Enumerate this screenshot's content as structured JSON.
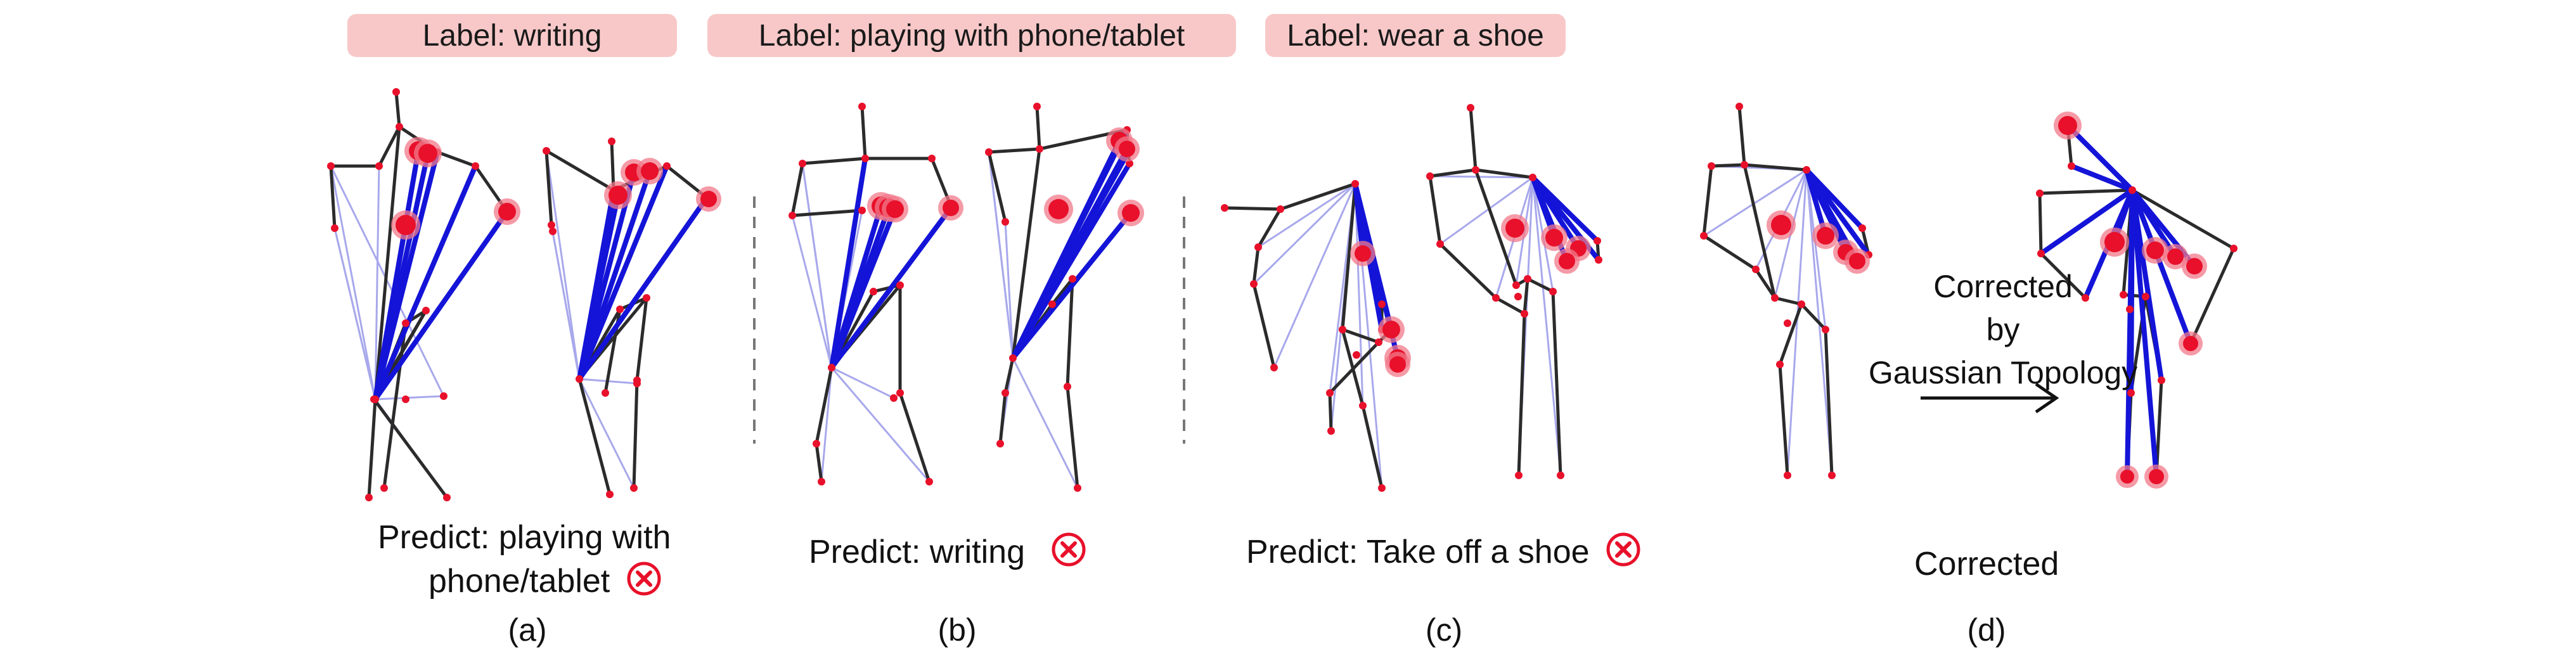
{
  "labels": {
    "a": "Label: writing",
    "b": "Label: playing with phone/tablet",
    "c": "Label: wear a shoe"
  },
  "predictions": {
    "a_line1": "Predict: playing with",
    "a_line2": "phone/tablet",
    "b": "Predict: writing",
    "c": "Predict: Take off a shoe",
    "d": "Corrected"
  },
  "correction_note": {
    "line1": "Corrected",
    "line2": "by",
    "line3": "Gaussian Topology"
  },
  "panel_tags": [
    "(a)",
    "(b)",
    "(c)",
    "(d)"
  ],
  "colors": {
    "label_bg": "#f8c8c8",
    "bone": "#2b2b2b",
    "strong_edge": "#1414d8",
    "faint_edge": "#a8a8ec",
    "joint": "#e8102a",
    "joint_halo": "#f2788a",
    "wrong_icon": "#e8102a"
  },
  "icons": [
    "wrong-prediction-icon",
    "arrow-right-icon",
    "dashed-divider"
  ]
}
